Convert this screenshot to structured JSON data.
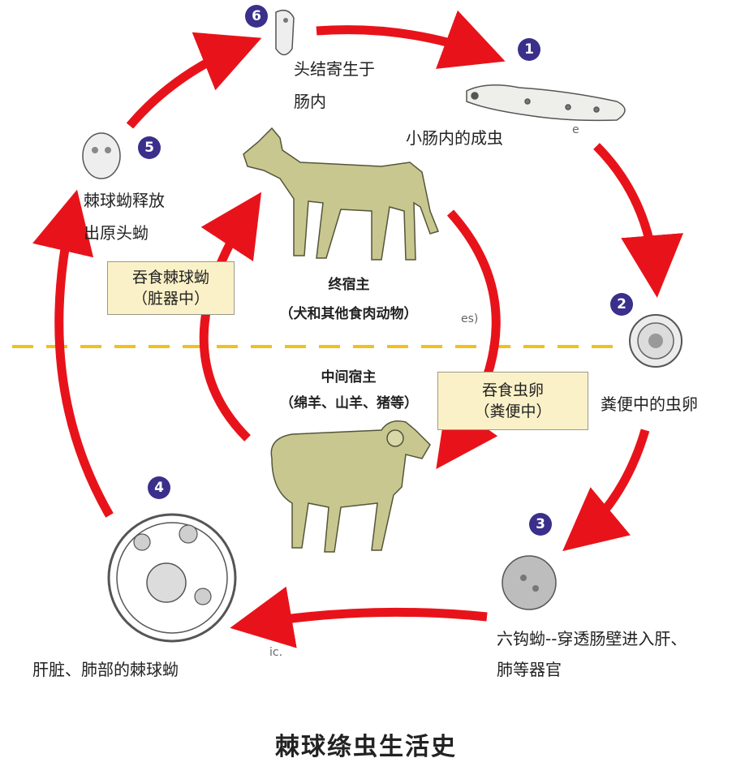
{
  "title": "棘球绦虫生活史",
  "stages": [
    {
      "num": "1",
      "label_lines": [
        "小肠内的成虫"
      ]
    },
    {
      "num": "2",
      "label_lines": [
        "粪便中的虫卵"
      ]
    },
    {
      "num": "3",
      "label_lines": [
        "六钩蚴--穿透肠壁进入肝、",
        "肺等器官"
      ]
    },
    {
      "num": "4",
      "label_lines": [
        "肝脏、肺部的棘球蚴"
      ]
    },
    {
      "num": "5",
      "label_lines": [
        "棘球蚴释放",
        "出原头蚴"
      ]
    },
    {
      "num": "6",
      "label_lines": [
        "头结寄生于",
        "肠内"
      ]
    }
  ],
  "definitive_host": {
    "name": "终宿主",
    "detail": "（犬和其他食肉动物）"
  },
  "intermediate_host": {
    "name": "中间宿主",
    "detail": "（绵羊、山羊、猪等）"
  },
  "boxes": {
    "ingest_cyst": [
      "吞食棘球蚴",
      "（脏器中）"
    ],
    "ingest_eggs": [
      "吞食虫卵",
      "（粪便中）"
    ]
  },
  "fragments": [
    "es)",
    "ic.",
    "e"
  ],
  "colors": {
    "arrow": "#e8131a",
    "divider": "#f2c01b",
    "badge": "#3a2f8a",
    "box_fill": "#fbf1c8",
    "animal": "#c7c78f"
  }
}
